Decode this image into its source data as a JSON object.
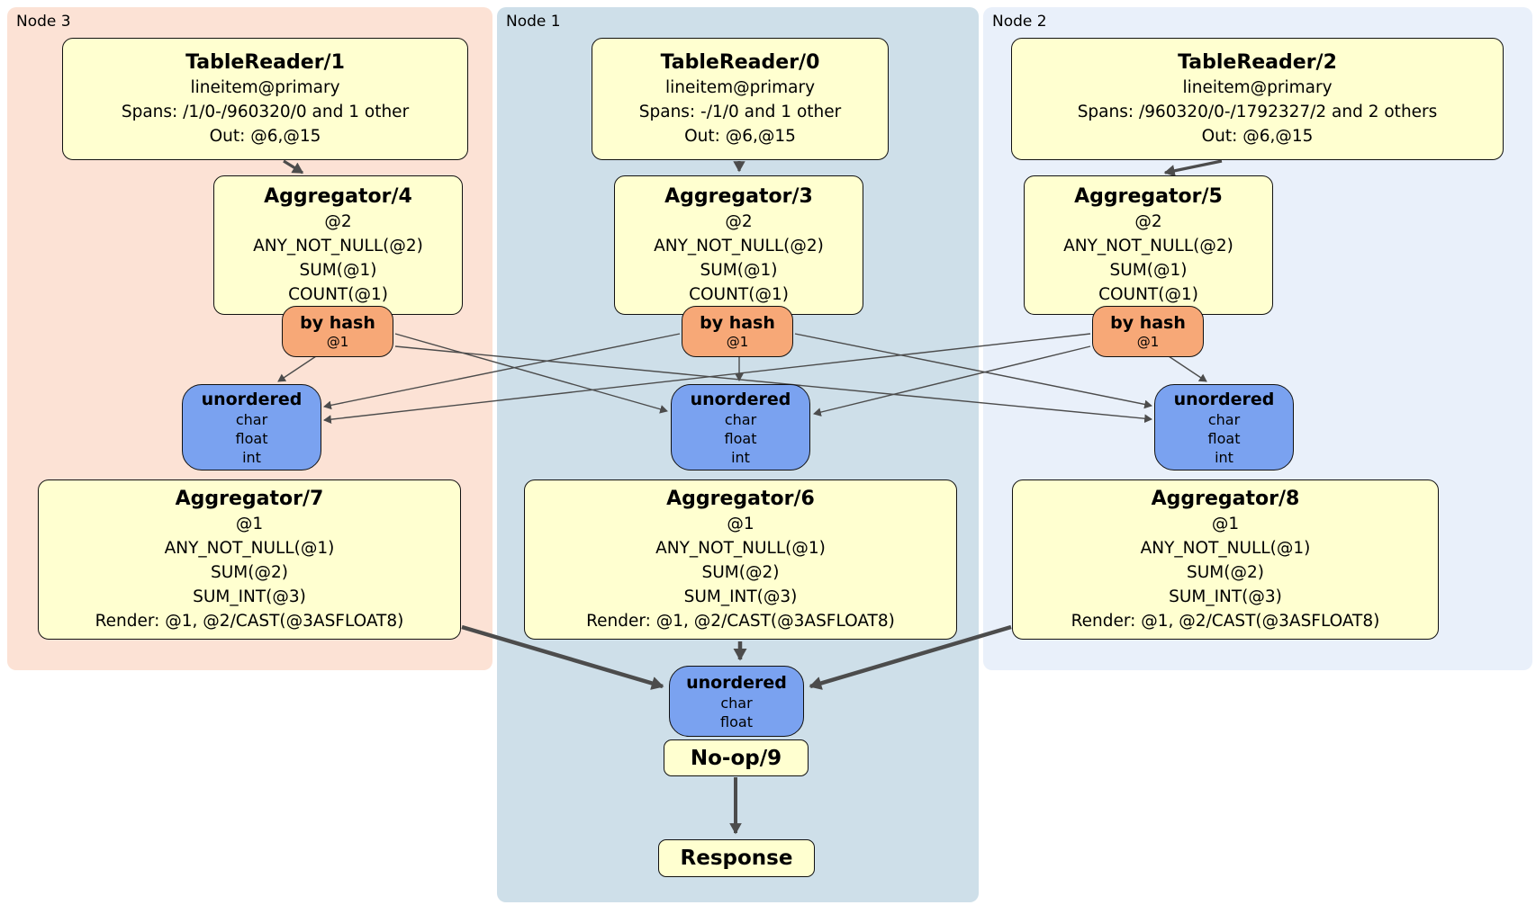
{
  "diagram": {
    "regions": [
      {
        "label": "Node 3"
      },
      {
        "label": "Node 1"
      },
      {
        "label": "Node 2"
      }
    ],
    "processors": [
      {
        "id": "tablereader-1",
        "title": "TableReader/1",
        "lines": [
          "lineitem@primary",
          "Spans: /1/0-/960320/0 and 1 other",
          "Out: @6,@15"
        ]
      },
      {
        "id": "tablereader-0",
        "title": "TableReader/0",
        "lines": [
          "lineitem@primary",
          "Spans: -/1/0 and 1 other",
          "Out: @6,@15"
        ]
      },
      {
        "id": "tablereader-2",
        "title": "TableReader/2",
        "lines": [
          "lineitem@primary",
          "Spans: /960320/0-/1792327/2 and 2 others",
          "Out: @6,@15"
        ]
      },
      {
        "id": "aggregator-4",
        "title": "Aggregator/4",
        "lines": [
          "@2",
          "ANY_NOT_NULL(@2)",
          "SUM(@1)",
          "COUNT(@1)"
        ]
      },
      {
        "id": "aggregator-3",
        "title": "Aggregator/3",
        "lines": [
          "@2",
          "ANY_NOT_NULL(@2)",
          "SUM(@1)",
          "COUNT(@1)"
        ]
      },
      {
        "id": "aggregator-5",
        "title": "Aggregator/5",
        "lines": [
          "@2",
          "ANY_NOT_NULL(@2)",
          "SUM(@1)",
          "COUNT(@1)"
        ]
      },
      {
        "id": "aggregator-7",
        "title": "Aggregator/7",
        "lines": [
          "@1",
          "ANY_NOT_NULL(@1)",
          "SUM(@2)",
          "SUM_INT(@3)",
          "Render: @1, @2/CAST(@3ASFLOAT8)"
        ]
      },
      {
        "id": "aggregator-6",
        "title": "Aggregator/6",
        "lines": [
          "@1",
          "ANY_NOT_NULL(@1)",
          "SUM(@2)",
          "SUM_INT(@3)",
          "Render: @1, @2/CAST(@3ASFLOAT8)"
        ]
      },
      {
        "id": "aggregator-8",
        "title": "Aggregator/8",
        "lines": [
          "@1",
          "ANY_NOT_NULL(@1)",
          "SUM(@2)",
          "SUM_INT(@3)",
          "Render: @1, @2/CAST(@3ASFLOAT8)"
        ]
      },
      {
        "id": "no-op-9",
        "title": "No-op/9",
        "lines": []
      },
      {
        "id": "response",
        "title": "Response",
        "lines": []
      }
    ],
    "routers": [
      {
        "id": "by-hash-4",
        "title": "by hash",
        "detail": "@1"
      },
      {
        "id": "by-hash-3",
        "title": "by hash",
        "detail": "@1"
      },
      {
        "id": "by-hash-5",
        "title": "by hash",
        "detail": "@1"
      }
    ],
    "syncs": [
      {
        "id": "unordered-left",
        "title": "unordered",
        "items": [
          "char",
          "float",
          "int"
        ]
      },
      {
        "id": "unordered-center",
        "title": "unordered",
        "items": [
          "char",
          "float",
          "int"
        ]
      },
      {
        "id": "unordered-right",
        "title": "unordered",
        "items": [
          "char",
          "float",
          "int"
        ]
      },
      {
        "id": "unordered-final",
        "title": "unordered",
        "items": [
          "char",
          "float"
        ]
      }
    ],
    "colors": {
      "node3_bg": "#fce2d5",
      "node1_bg": "#cedfe9",
      "node2_bg": "#e9f0fa",
      "processor_fill": "#ffffd0",
      "router_fill": "#f7a877",
      "sync_fill": "#7aa2f0",
      "edge": "#4c4c4c"
    }
  }
}
